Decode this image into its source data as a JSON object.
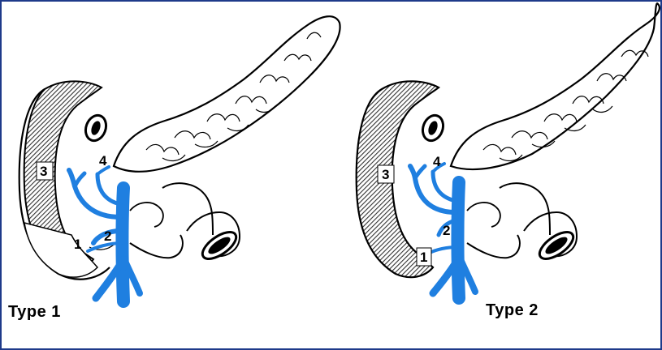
{
  "panels": [
    {
      "caption": "Type 1",
      "labels": {
        "one": "1",
        "two": "2",
        "three": "3",
        "four": "4"
      }
    },
    {
      "caption": "Type 2",
      "labels": {
        "one": "1",
        "two": "2",
        "three": "3",
        "four": "4"
      }
    }
  ],
  "colors": {
    "frame_border": "#1e3a8a",
    "vein_blue": "#1f7fe0",
    "ink": "#000000",
    "hatch": "#555555"
  }
}
